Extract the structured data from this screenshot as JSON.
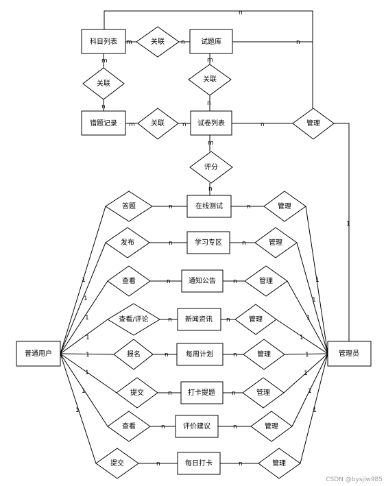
{
  "entities": {
    "subject_list": "科目列表",
    "question_bank": "试题库",
    "wrong_records": "错题记录",
    "paper_list": "试卷列表",
    "online_test": "在线测试",
    "study_zone": "学习专区",
    "notice": "通知公告",
    "news": "新闻资讯",
    "weekly_plan": "每周计划",
    "checkin_topic": "打卡提题",
    "feedback": "评价建议",
    "daily_checkin": "每日打卡",
    "user": "普通用户",
    "admin": "管理员"
  },
  "relations": {
    "link_subject_bank": "关联",
    "link_subject_wrong": "关联",
    "link_bank_paper": "关联",
    "link_wrong_paper": "关联",
    "manage_paper": "管理",
    "rate_paper": "评分",
    "answer": "答题",
    "publish": "发布",
    "view_notice": "查看",
    "view_comment_news": "查看/评论",
    "signup": "报名",
    "submit_topic": "提交",
    "view_feedback": "查看",
    "submit_checkin": "提交",
    "manage_test": "管理",
    "manage_study": "管理",
    "manage_notice": "管理",
    "manage_news": "管理",
    "manage_plan": "管理",
    "manage_topic": "管理",
    "manage_feedback": "管理",
    "manage_checkin": "管理"
  },
  "cardinality": {
    "m": "m",
    "n": "n",
    "one": "1"
  },
  "watermark": "CSDN @bysjlw985"
}
